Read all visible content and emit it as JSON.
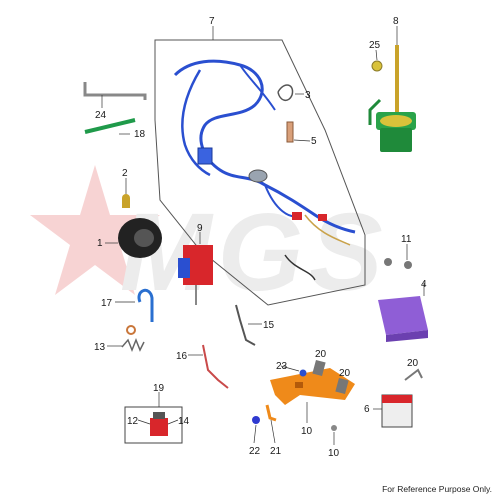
{
  "labels": {
    "l1": "1",
    "l2": "2",
    "l3": "3",
    "l4": "4",
    "l5": "5",
    "l6": "6",
    "l7": "7",
    "l8": "8",
    "l9": "9",
    "l10a": "10",
    "l10b": "10",
    "l11": "11",
    "l12": "12",
    "l13": "13",
    "l14": "14",
    "l15": "15",
    "l16": "16",
    "l17": "17",
    "l18": "18",
    "l19": "19",
    "l20a": "20",
    "l20b": "20",
    "l20c": "20",
    "l21": "21",
    "l22": "22",
    "l23": "23",
    "l24": "24",
    "l25": "25"
  },
  "watermark_text": "MGS",
  "footer": "For Reference Purpose Only.",
  "colors": {
    "harness": "#2a4fd0",
    "relay": "#d8262b",
    "horn": "#222222",
    "battery_tray": "#8f5ed6",
    "bracket": "#ef8a1a",
    "hose": "#1f9a4a",
    "watermark": "#e8e8e8",
    "star": "#f5c9c9"
  }
}
